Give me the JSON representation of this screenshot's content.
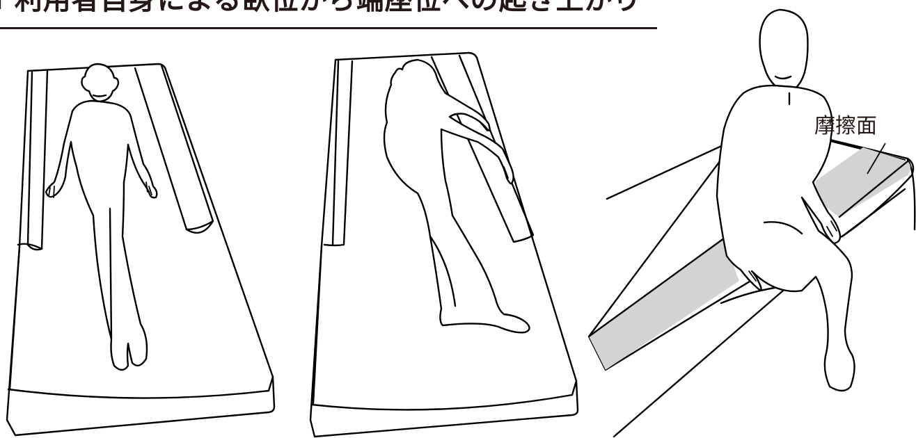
{
  "heading": {
    "title": "Ⅰ 利用者自身による臥位から端座位への起き上がり"
  },
  "panels": [
    {
      "pose": "supine-on-bed"
    },
    {
      "pose": "side-lying-pushing-up"
    },
    {
      "pose": "seated-on-bed-edge"
    }
  ],
  "annotation": {
    "label": "摩擦面",
    "highlight_color": "#d3d3d3"
  },
  "colors": {
    "line": "#000000",
    "text": "#231815",
    "background": "#ffffff"
  }
}
